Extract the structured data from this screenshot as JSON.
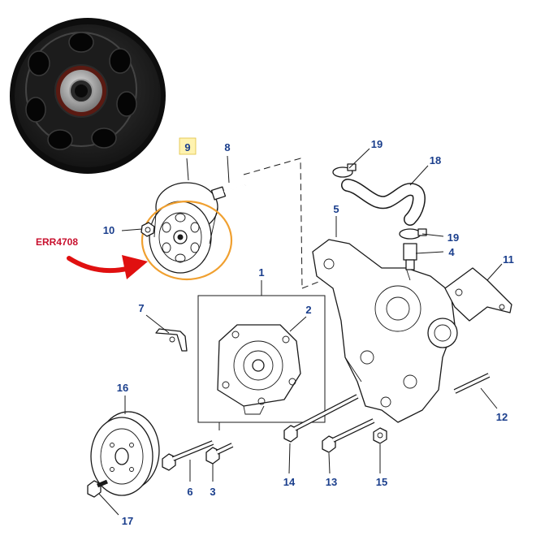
{
  "diagram": {
    "callouts": [
      {
        "id": "c1",
        "label": "1"
      },
      {
        "id": "c2",
        "label": "2"
      },
      {
        "id": "c3",
        "label": "3"
      },
      {
        "id": "c4",
        "label": "4"
      },
      {
        "id": "c5",
        "label": "5"
      },
      {
        "id": "c6",
        "label": "6"
      },
      {
        "id": "c7",
        "label": "7"
      },
      {
        "id": "c8",
        "label": "8"
      },
      {
        "id": "c9",
        "label": "9"
      },
      {
        "id": "c10",
        "label": "10"
      },
      {
        "id": "c11",
        "label": "11"
      },
      {
        "id": "c12",
        "label": "12"
      },
      {
        "id": "c13",
        "label": "13"
      },
      {
        "id": "c14",
        "label": "14"
      },
      {
        "id": "c15",
        "label": "15"
      },
      {
        "id": "c16",
        "label": "16"
      },
      {
        "id": "c17",
        "label": "17"
      },
      {
        "id": "c18",
        "label": "18"
      },
      {
        "id": "c19a",
        "label": "19"
      },
      {
        "id": "c19b",
        "label": "19"
      }
    ],
    "part_code": "ERR4708",
    "colors": {
      "callout_text": "#1a3e8c",
      "highlight_ring": "#f0a030",
      "arrow": "#e01010",
      "code_text": "#c8102e",
      "label_9_box": "#fff3b0"
    }
  }
}
